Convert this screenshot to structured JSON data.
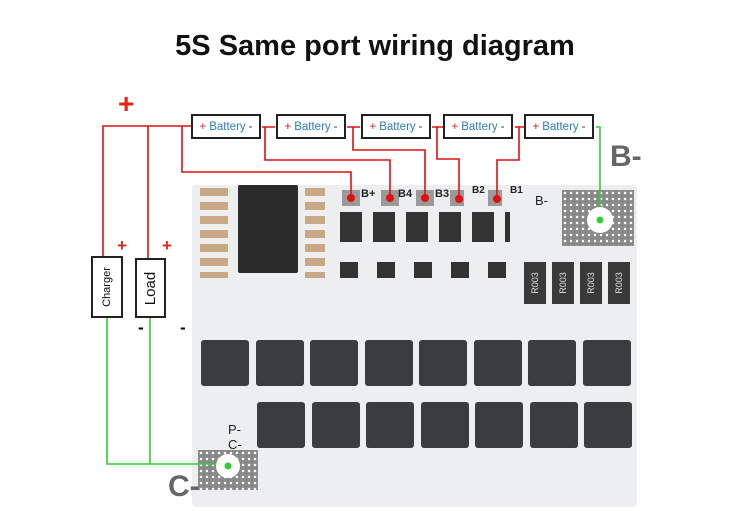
{
  "title": "5S Same port wiring diagram",
  "batteries": [
    {
      "plus": "+",
      "label": "Battery",
      "minus": "-"
    },
    {
      "plus": "+",
      "label": "Battery",
      "minus": "-"
    },
    {
      "plus": "+",
      "label": "Battery",
      "minus": "-"
    },
    {
      "plus": "+",
      "label": "Battery",
      "minus": "-"
    },
    {
      "plus": "+",
      "label": "Battery",
      "minus": "-"
    }
  ],
  "main_plus": "+",
  "charger": {
    "label": "Charger",
    "plus": "+",
    "minus": "-"
  },
  "load": {
    "label": "Load",
    "plus": "+",
    "minus": "-"
  },
  "pads": [
    "B+",
    "B4",
    "B3",
    "B2",
    "B1",
    "B-"
  ],
  "b_minus_label": "B-",
  "c_minus_label": "C-",
  "board_labels": {
    "p_minus": "P-",
    "c_minus": "C-"
  },
  "resistors": [
    "R003",
    "R003",
    "R003",
    "R003"
  ],
  "colors": {
    "positive_wire": "#e01010",
    "negative_wire": "#33cc33",
    "battery_text": "#2b7bd0"
  }
}
